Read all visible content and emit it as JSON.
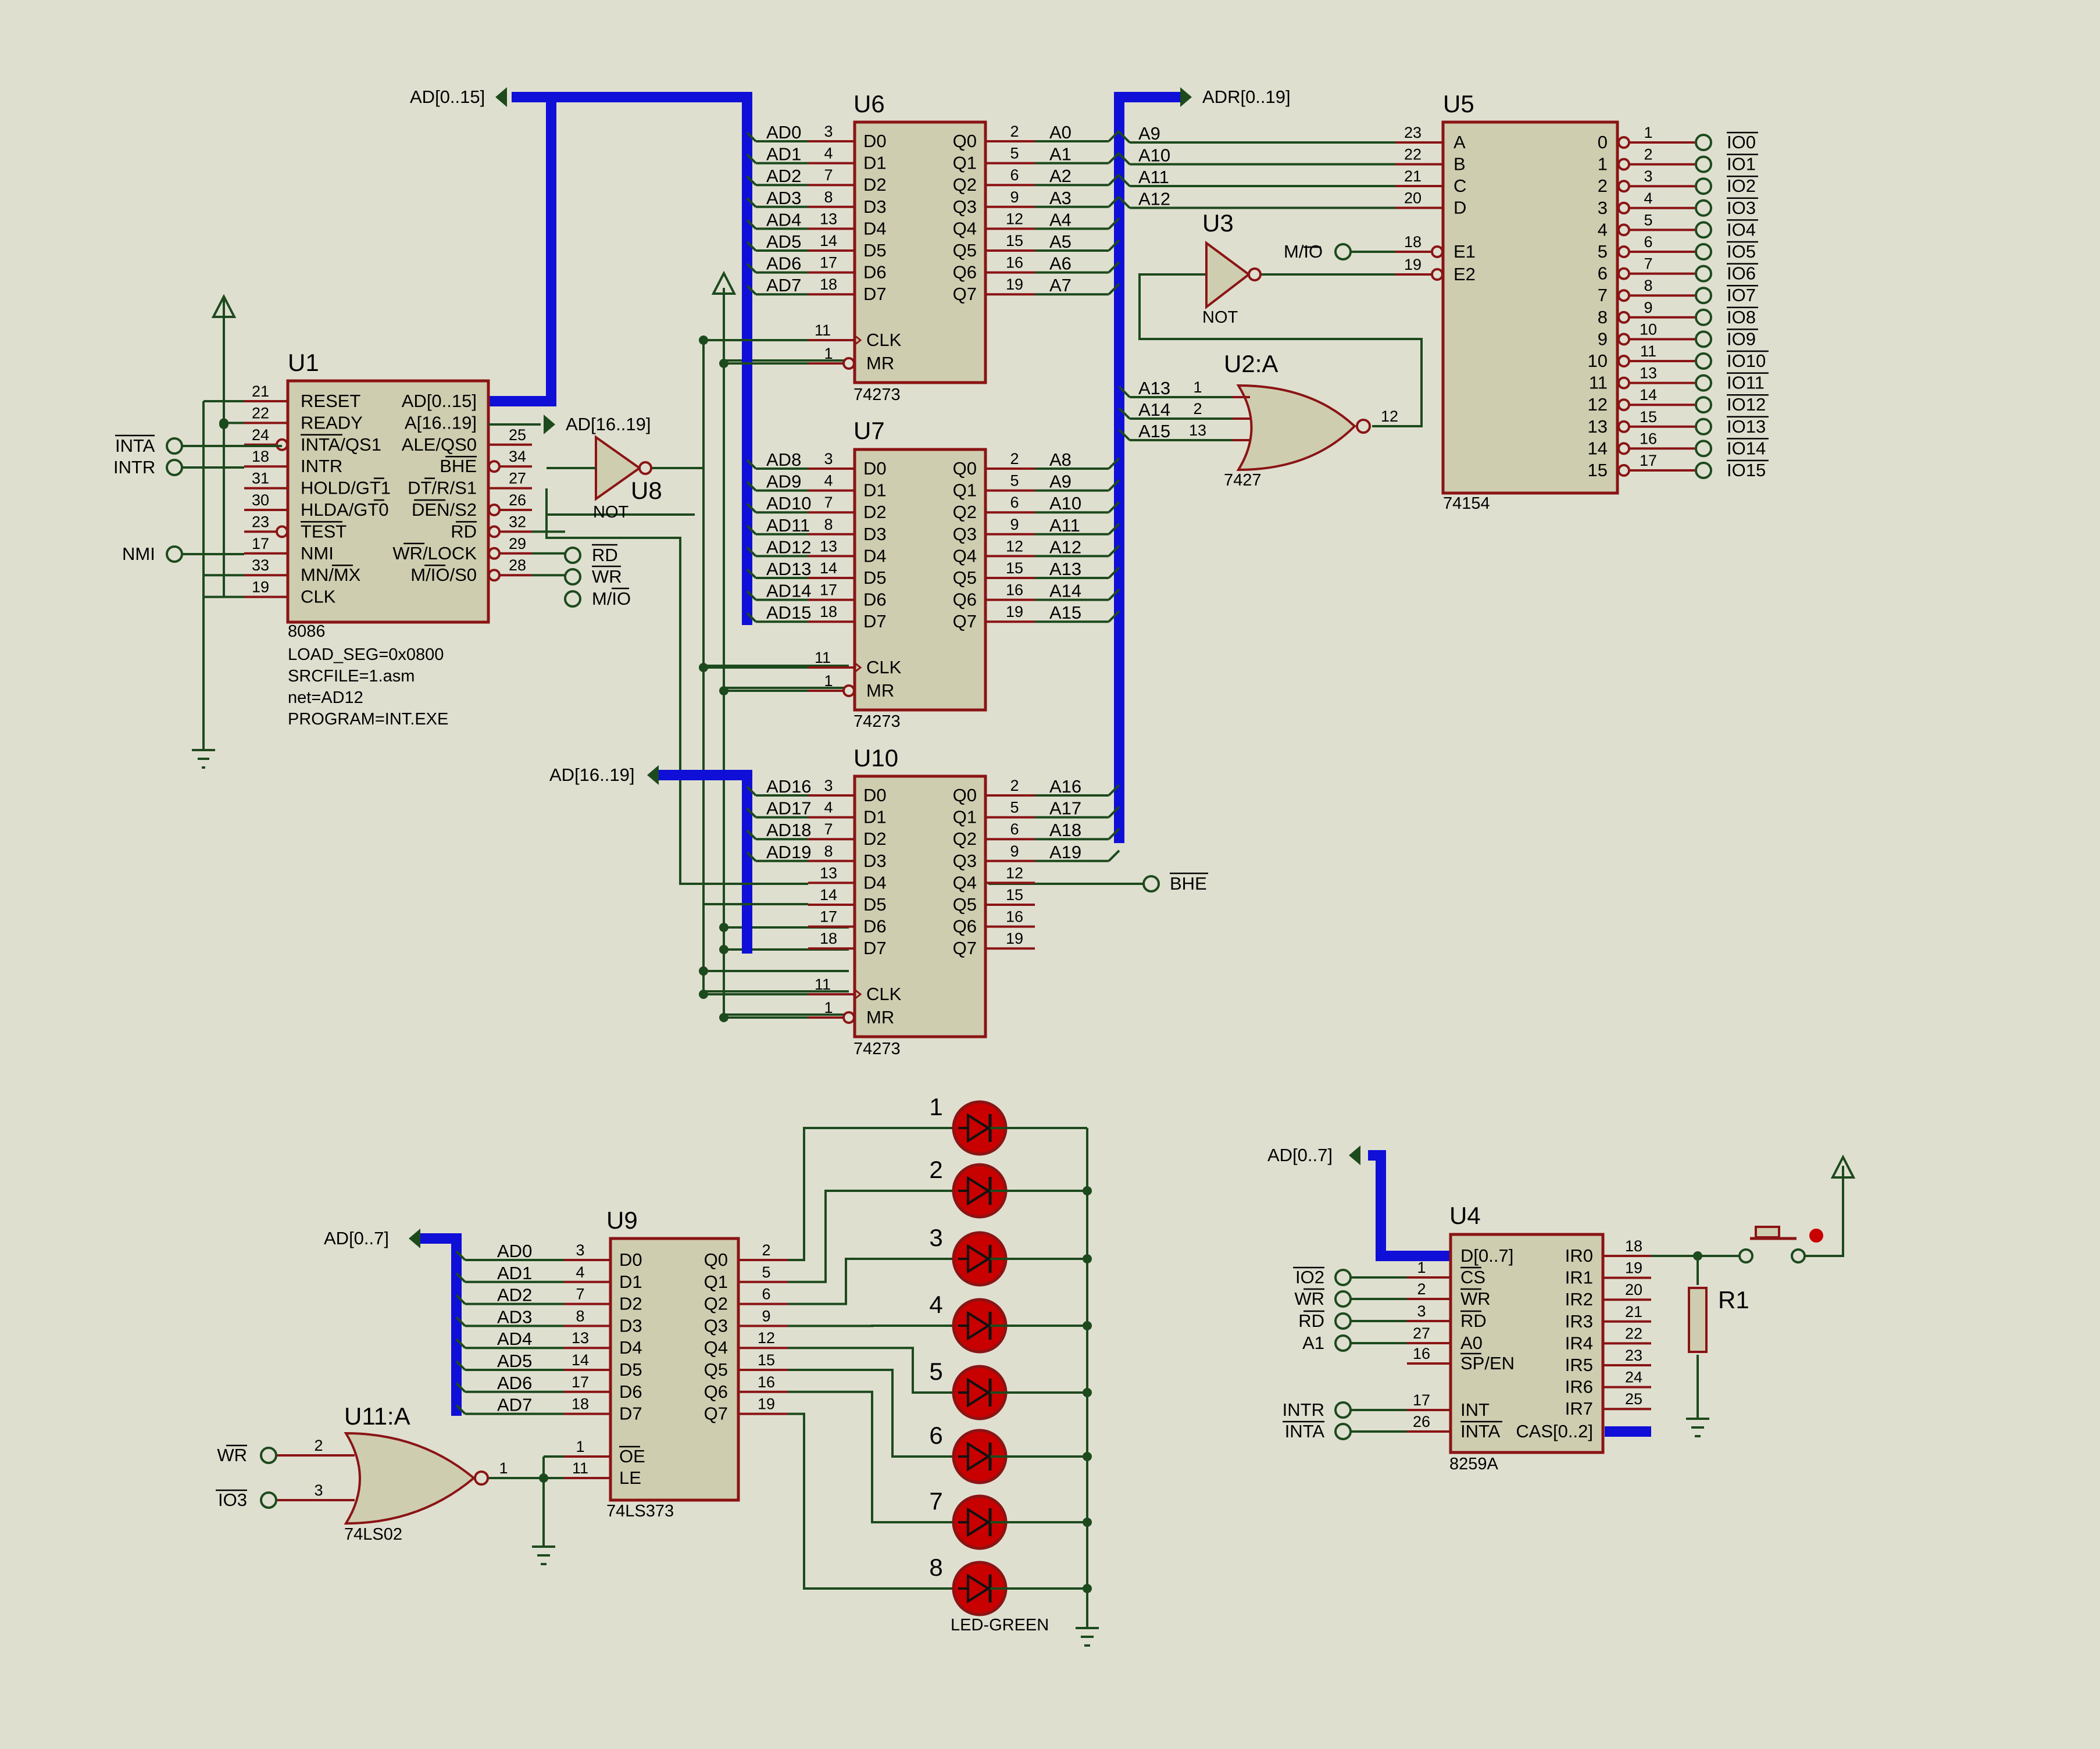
{
  "colors": {
    "background": "#dfdfd0",
    "component_fill": "#cfcdb0",
    "component_outline": "#8a1414",
    "wire": "#1d4a1d",
    "bus": "#0f0fd8",
    "led": "#c80000"
  },
  "u1": {
    "ref": "U1",
    "part": "8086",
    "props": [
      "LOAD_SEG=0x0800",
      "SRCFILE=1.asm",
      "net=AD12",
      "PROGRAM=INT.EXE"
    ],
    "left": [
      {
        "pin": "21",
        "name": "RESET"
      },
      {
        "pin": "22",
        "name": "READY"
      },
      {
        "pin": "24",
        "name": "INTA/QS1"
      },
      {
        "pin": "18",
        "name": "INTR"
      },
      {
        "pin": "31",
        "name": "HOLD/GT1"
      },
      {
        "pin": "30",
        "name": "HLDA/GT0"
      },
      {
        "pin": "23",
        "name": "TEST"
      },
      {
        "pin": "17",
        "name": "NMI"
      },
      {
        "pin": "33",
        "name": "MN/MX"
      },
      {
        "pin": "19",
        "name": "CLK"
      }
    ],
    "right": [
      {
        "pin": "",
        "name": "AD[0..15]"
      },
      {
        "pin": "",
        "name": "A[16..19]"
      },
      {
        "pin": "25",
        "name": "ALE/QS0"
      },
      {
        "pin": "34",
        "name": "BHE"
      },
      {
        "pin": "27",
        "name": "DT/R/S1"
      },
      {
        "pin": "26",
        "name": "DEN/S2"
      },
      {
        "pin": "32",
        "name": "RD"
      },
      {
        "pin": "29",
        "name": "WR/LOCK"
      },
      {
        "pin": "28",
        "name": "M/IO/S0"
      }
    ]
  },
  "u1_terms": {
    "inta": "INTA",
    "intr": "INTR",
    "nmi": "NMI",
    "rd": "RD",
    "wr": "WR",
    "mio": "M/IO"
  },
  "u8": {
    "ref": "U8",
    "part": "NOT"
  },
  "nets": {
    "ad015": "AD[0..15]",
    "a1619": "AD[16..19]",
    "adr": "ADR[0..19]",
    "ad1619_bus": "AD[16..19]",
    "bhe": "BHE"
  },
  "u6": {
    "ref": "U6",
    "part": "74273",
    "d": [
      {
        "pin": "3",
        "net": "AD0"
      },
      {
        "pin": "4",
        "net": "AD1"
      },
      {
        "pin": "7",
        "net": "AD2"
      },
      {
        "pin": "8",
        "net": "AD3"
      },
      {
        "pin": "13",
        "net": "AD4"
      },
      {
        "pin": "14",
        "net": "AD5"
      },
      {
        "pin": "17",
        "net": "AD6"
      },
      {
        "pin": "18",
        "net": "AD7"
      }
    ],
    "q": [
      {
        "pin": "2",
        "net": "A0"
      },
      {
        "pin": "5",
        "net": "A1"
      },
      {
        "pin": "6",
        "net": "A2"
      },
      {
        "pin": "9",
        "net": "A3"
      },
      {
        "pin": "12",
        "net": "A4"
      },
      {
        "pin": "15",
        "net": "A5"
      },
      {
        "pin": "16",
        "net": "A6"
      },
      {
        "pin": "19",
        "net": "A7"
      }
    ],
    "clk_pin": "11",
    "mr_pin": "1"
  },
  "u7": {
    "ref": "U7",
    "part": "74273",
    "d": [
      {
        "pin": "3",
        "net": "AD8"
      },
      {
        "pin": "4",
        "net": "AD9"
      },
      {
        "pin": "7",
        "net": "AD10"
      },
      {
        "pin": "8",
        "net": "AD11"
      },
      {
        "pin": "13",
        "net": "AD12"
      },
      {
        "pin": "14",
        "net": "AD13"
      },
      {
        "pin": "17",
        "net": "AD14"
      },
      {
        "pin": "18",
        "net": "AD15"
      }
    ],
    "q": [
      {
        "pin": "2",
        "net": "A8"
      },
      {
        "pin": "5",
        "net": "A9"
      },
      {
        "pin": "6",
        "net": "A10"
      },
      {
        "pin": "9",
        "net": "A11"
      },
      {
        "pin": "12",
        "net": "A12"
      },
      {
        "pin": "15",
        "net": "A13"
      },
      {
        "pin": "16",
        "net": "A14"
      },
      {
        "pin": "19",
        "net": "A15"
      }
    ],
    "clk_pin": "11",
    "mr_pin": "1"
  },
  "u10": {
    "ref": "U10",
    "part": "74273",
    "d": [
      {
        "pin": "3",
        "net": "AD16"
      },
      {
        "pin": "4",
        "net": "AD17"
      },
      {
        "pin": "7",
        "net": "AD18"
      },
      {
        "pin": "8",
        "net": "AD19"
      },
      {
        "pin": "13",
        "net": ""
      },
      {
        "pin": "14",
        "net": ""
      },
      {
        "pin": "17",
        "net": ""
      },
      {
        "pin": "18",
        "net": ""
      }
    ],
    "q": [
      {
        "pin": "2",
        "net": "A16"
      },
      {
        "pin": "5",
        "net": "A17"
      },
      {
        "pin": "6",
        "net": "A18"
      },
      {
        "pin": "9",
        "net": "A19"
      },
      {
        "pin": "12",
        "net": ""
      },
      {
        "pin": "15",
        "net": ""
      },
      {
        "pin": "16",
        "net": ""
      },
      {
        "pin": "19",
        "net": ""
      }
    ],
    "clk_pin": "11",
    "mr_pin": "1"
  },
  "latch_labels": {
    "d": [
      "D0",
      "D1",
      "D2",
      "D3",
      "D4",
      "D5",
      "D6",
      "D7"
    ],
    "q": [
      "Q0",
      "Q1",
      "Q2",
      "Q3",
      "Q4",
      "Q5",
      "Q6",
      "Q7"
    ],
    "clk": "CLK",
    "mr": "MR"
  },
  "u5": {
    "ref": "U5",
    "part": "74154",
    "inputs": [
      {
        "pin": "23",
        "net": "A9",
        "name": "A"
      },
      {
        "pin": "22",
        "net": "A10",
        "name": "B"
      },
      {
        "pin": "21",
        "net": "A11",
        "name": "C"
      },
      {
        "pin": "20",
        "net": "A12",
        "name": "D"
      }
    ],
    "enables": [
      {
        "pin": "18",
        "name": "E1"
      },
      {
        "pin": "19",
        "name": "E2"
      }
    ],
    "outputs": [
      {
        "n": "0",
        "pin": "1",
        "net": "IO0"
      },
      {
        "n": "1",
        "pin": "2",
        "net": "IO1"
      },
      {
        "n": "2",
        "pin": "3",
        "net": "IO2"
      },
      {
        "n": "3",
        "pin": "4",
        "net": "IO3"
      },
      {
        "n": "4",
        "pin": "5",
        "net": "IO4"
      },
      {
        "n": "5",
        "pin": "6",
        "net": "IO5"
      },
      {
        "n": "6",
        "pin": "7",
        "net": "IO6"
      },
      {
        "n": "7",
        "pin": "8",
        "net": "IO7"
      },
      {
        "n": "8",
        "pin": "9",
        "net": "IO8"
      },
      {
        "n": "9",
        "pin": "10",
        "net": "IO9"
      },
      {
        "n": "10",
        "pin": "11",
        "net": "IO10"
      },
      {
        "n": "11",
        "pin": "13",
        "net": "IO11"
      },
      {
        "n": "12",
        "pin": "14",
        "net": "IO12"
      },
      {
        "n": "13",
        "pin": "15",
        "net": "IO13"
      },
      {
        "n": "14",
        "pin": "16",
        "net": "IO14"
      },
      {
        "n": "15",
        "pin": "17",
        "net": "IO15"
      }
    ],
    "mio_term": "M/IO"
  },
  "u3": {
    "ref": "U3",
    "part": "NOT"
  },
  "u2": {
    "ref": "U2:A",
    "part": "7427",
    "inputs": [
      {
        "pin": "1",
        "net": "A13"
      },
      {
        "pin": "2",
        "net": "A14"
      },
      {
        "pin": "13",
        "net": "A15"
      }
    ],
    "out_pin": "12"
  },
  "u9": {
    "ref": "U9",
    "part": "74LS373",
    "bus": "AD[0..7]",
    "d": [
      {
        "pin": "3",
        "net": "AD0"
      },
      {
        "pin": "4",
        "net": "AD1"
      },
      {
        "pin": "7",
        "net": "AD2"
      },
      {
        "pin": "8",
        "net": "AD3"
      },
      {
        "pin": "13",
        "net": "AD4"
      },
      {
        "pin": "14",
        "net": "AD5"
      },
      {
        "pin": "17",
        "net": "AD6"
      },
      {
        "pin": "18",
        "net": "AD7"
      }
    ],
    "q_pins": [
      "2",
      "5",
      "6",
      "9",
      "12",
      "15",
      "16",
      "19"
    ],
    "oe": {
      "pin": "1",
      "name": "OE"
    },
    "le": {
      "pin": "11",
      "name": "LE"
    }
  },
  "u11": {
    "ref": "U11:A",
    "part": "74LS02",
    "in": [
      {
        "pin": "2",
        "net": "WR"
      },
      {
        "pin": "3",
        "net": "IO3"
      }
    ],
    "out_pin": "1"
  },
  "leds": {
    "labels": [
      "1",
      "2",
      "3",
      "4",
      "5",
      "6",
      "7",
      "8"
    ],
    "part": "LED-GREEN"
  },
  "u4": {
    "ref": "U4",
    "part": "8259A",
    "bus": "AD[0..7]",
    "left": [
      {
        "pin": "",
        "name": "D[0..7]",
        "net": ""
      },
      {
        "pin": "1",
        "name": "CS",
        "net": "IO2"
      },
      {
        "pin": "2",
        "name": "WR",
        "net": "WR"
      },
      {
        "pin": "3",
        "name": "RD",
        "net": "RD"
      },
      {
        "pin": "27",
        "name": "A0",
        "net": "A1"
      },
      {
        "pin": "16",
        "name": "SP/EN",
        "net": ""
      },
      {
        "pin": "17",
        "name": "INT",
        "net": "INTR"
      },
      {
        "pin": "26",
        "name": "INTA",
        "net": "INTA"
      }
    ],
    "right": [
      {
        "pin": "18",
        "name": "IR0"
      },
      {
        "pin": "19",
        "name": "IR1"
      },
      {
        "pin": "20",
        "name": "IR2"
      },
      {
        "pin": "21",
        "name": "IR3"
      },
      {
        "pin": "22",
        "name": "IR4"
      },
      {
        "pin": "23",
        "name": "IR5"
      },
      {
        "pin": "24",
        "name": "IR6"
      },
      {
        "pin": "25",
        "name": "IR7"
      },
      {
        "pin": "",
        "name": "CAS[0..2]"
      }
    ]
  },
  "r1": {
    "ref": "R1"
  }
}
